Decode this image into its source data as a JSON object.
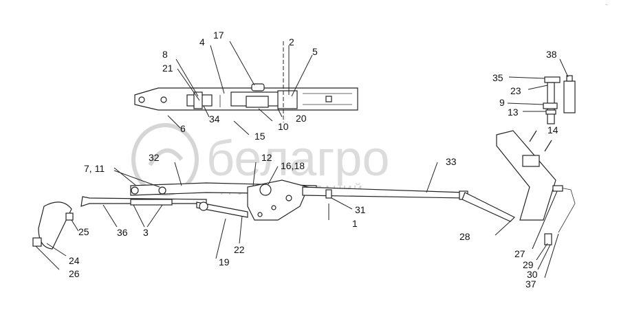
{
  "watermark": {
    "brand": "белагро",
    "subtitle": "ГРУППА КОМПАНИЙ"
  },
  "corner_mark": "‵‵",
  "callouts": [
    {
      "id": "c17",
      "text": "17"
    },
    {
      "id": "c4",
      "text": "4"
    },
    {
      "id": "c2",
      "text": "2"
    },
    {
      "id": "c5",
      "text": "5"
    },
    {
      "id": "c8",
      "text": "8"
    },
    {
      "id": "c21",
      "text": "21"
    },
    {
      "id": "c34",
      "text": "34"
    },
    {
      "id": "c10",
      "text": "10"
    },
    {
      "id": "c20",
      "text": "20"
    },
    {
      "id": "c6",
      "text": "6"
    },
    {
      "id": "c15",
      "text": "15"
    },
    {
      "id": "c38",
      "text": "38"
    },
    {
      "id": "c35",
      "text": "35"
    },
    {
      "id": "c23",
      "text": "23"
    },
    {
      "id": "c9",
      "text": "9"
    },
    {
      "id": "c13",
      "text": "13"
    },
    {
      "id": "c14",
      "text": "14"
    },
    {
      "id": "c33",
      "text": "33"
    },
    {
      "id": "c32",
      "text": "32"
    },
    {
      "id": "c12",
      "text": "12"
    },
    {
      "id": "c1618",
      "text": "16,18"
    },
    {
      "id": "c711",
      "text": "7, 11"
    },
    {
      "id": "c31",
      "text": "31"
    },
    {
      "id": "c1",
      "text": "1"
    },
    {
      "id": "c25",
      "text": "25"
    },
    {
      "id": "c36",
      "text": "36"
    },
    {
      "id": "c3",
      "text": "3"
    },
    {
      "id": "c22",
      "text": "22"
    },
    {
      "id": "c19",
      "text": "19"
    },
    {
      "id": "c24",
      "text": "24"
    },
    {
      "id": "c26",
      "text": "26"
    },
    {
      "id": "c28",
      "text": "28"
    },
    {
      "id": "c27",
      "text": "27"
    },
    {
      "id": "c29",
      "text": "29"
    },
    {
      "id": "c30",
      "text": "30"
    },
    {
      "id": "c37",
      "text": "37"
    }
  ]
}
